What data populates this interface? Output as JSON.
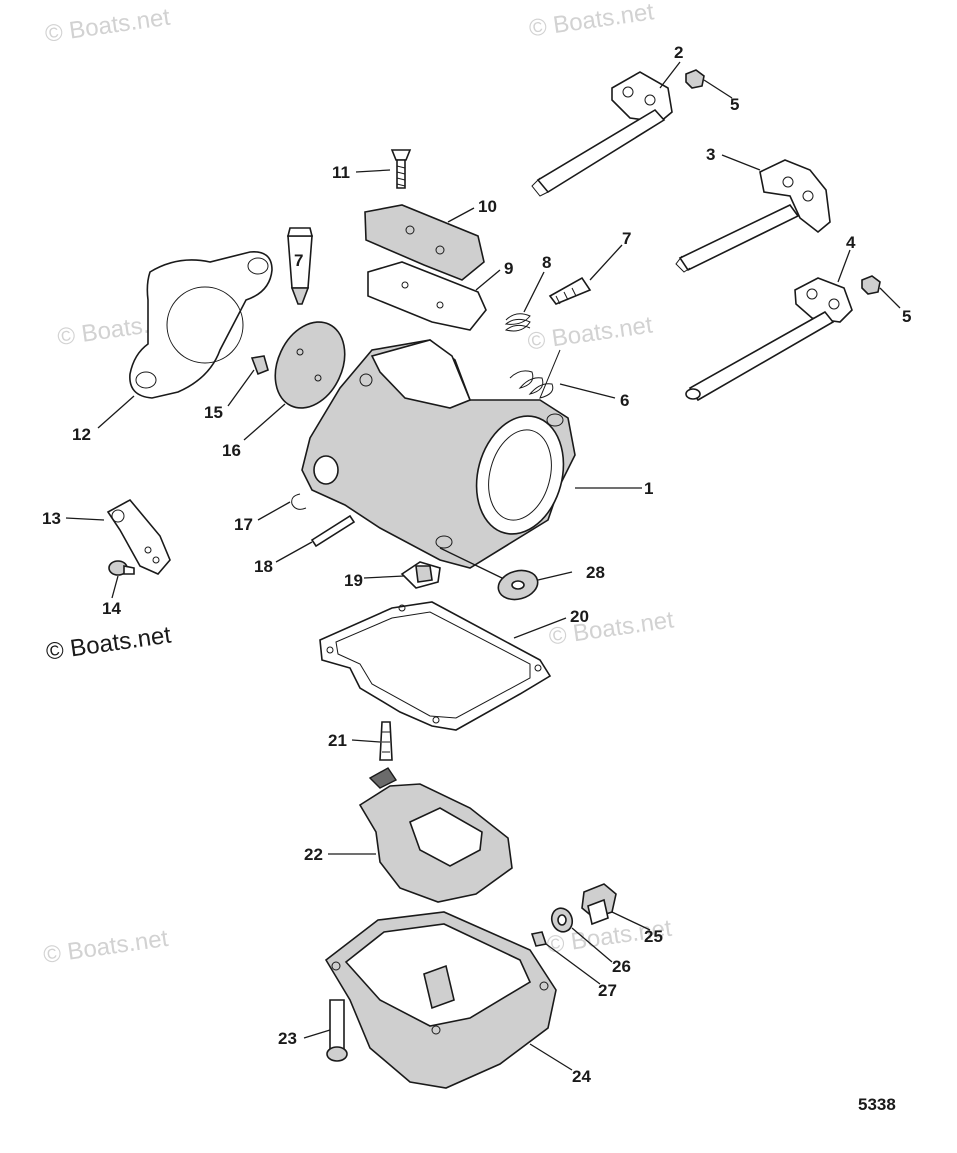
{
  "watermarks": [
    "© Boats.net",
    "© Boats.net",
    "© Boats.net",
    "© Boats.net",
    "© Boats.net",
    "© Boats.net",
    "© Boats.net"
  ],
  "main_watermark": "© Boats.net",
  "figure_number": "5338",
  "tube_label": "7",
  "callouts": [
    "1",
    "2",
    "3",
    "4",
    "5",
    "5",
    "6",
    "7",
    "8",
    "9",
    "10",
    "11",
    "12",
    "13",
    "14",
    "15",
    "16",
    "17",
    "18",
    "19",
    "20",
    "21",
    "22",
    "23",
    "24",
    "25",
    "26",
    "27",
    "28"
  ]
}
